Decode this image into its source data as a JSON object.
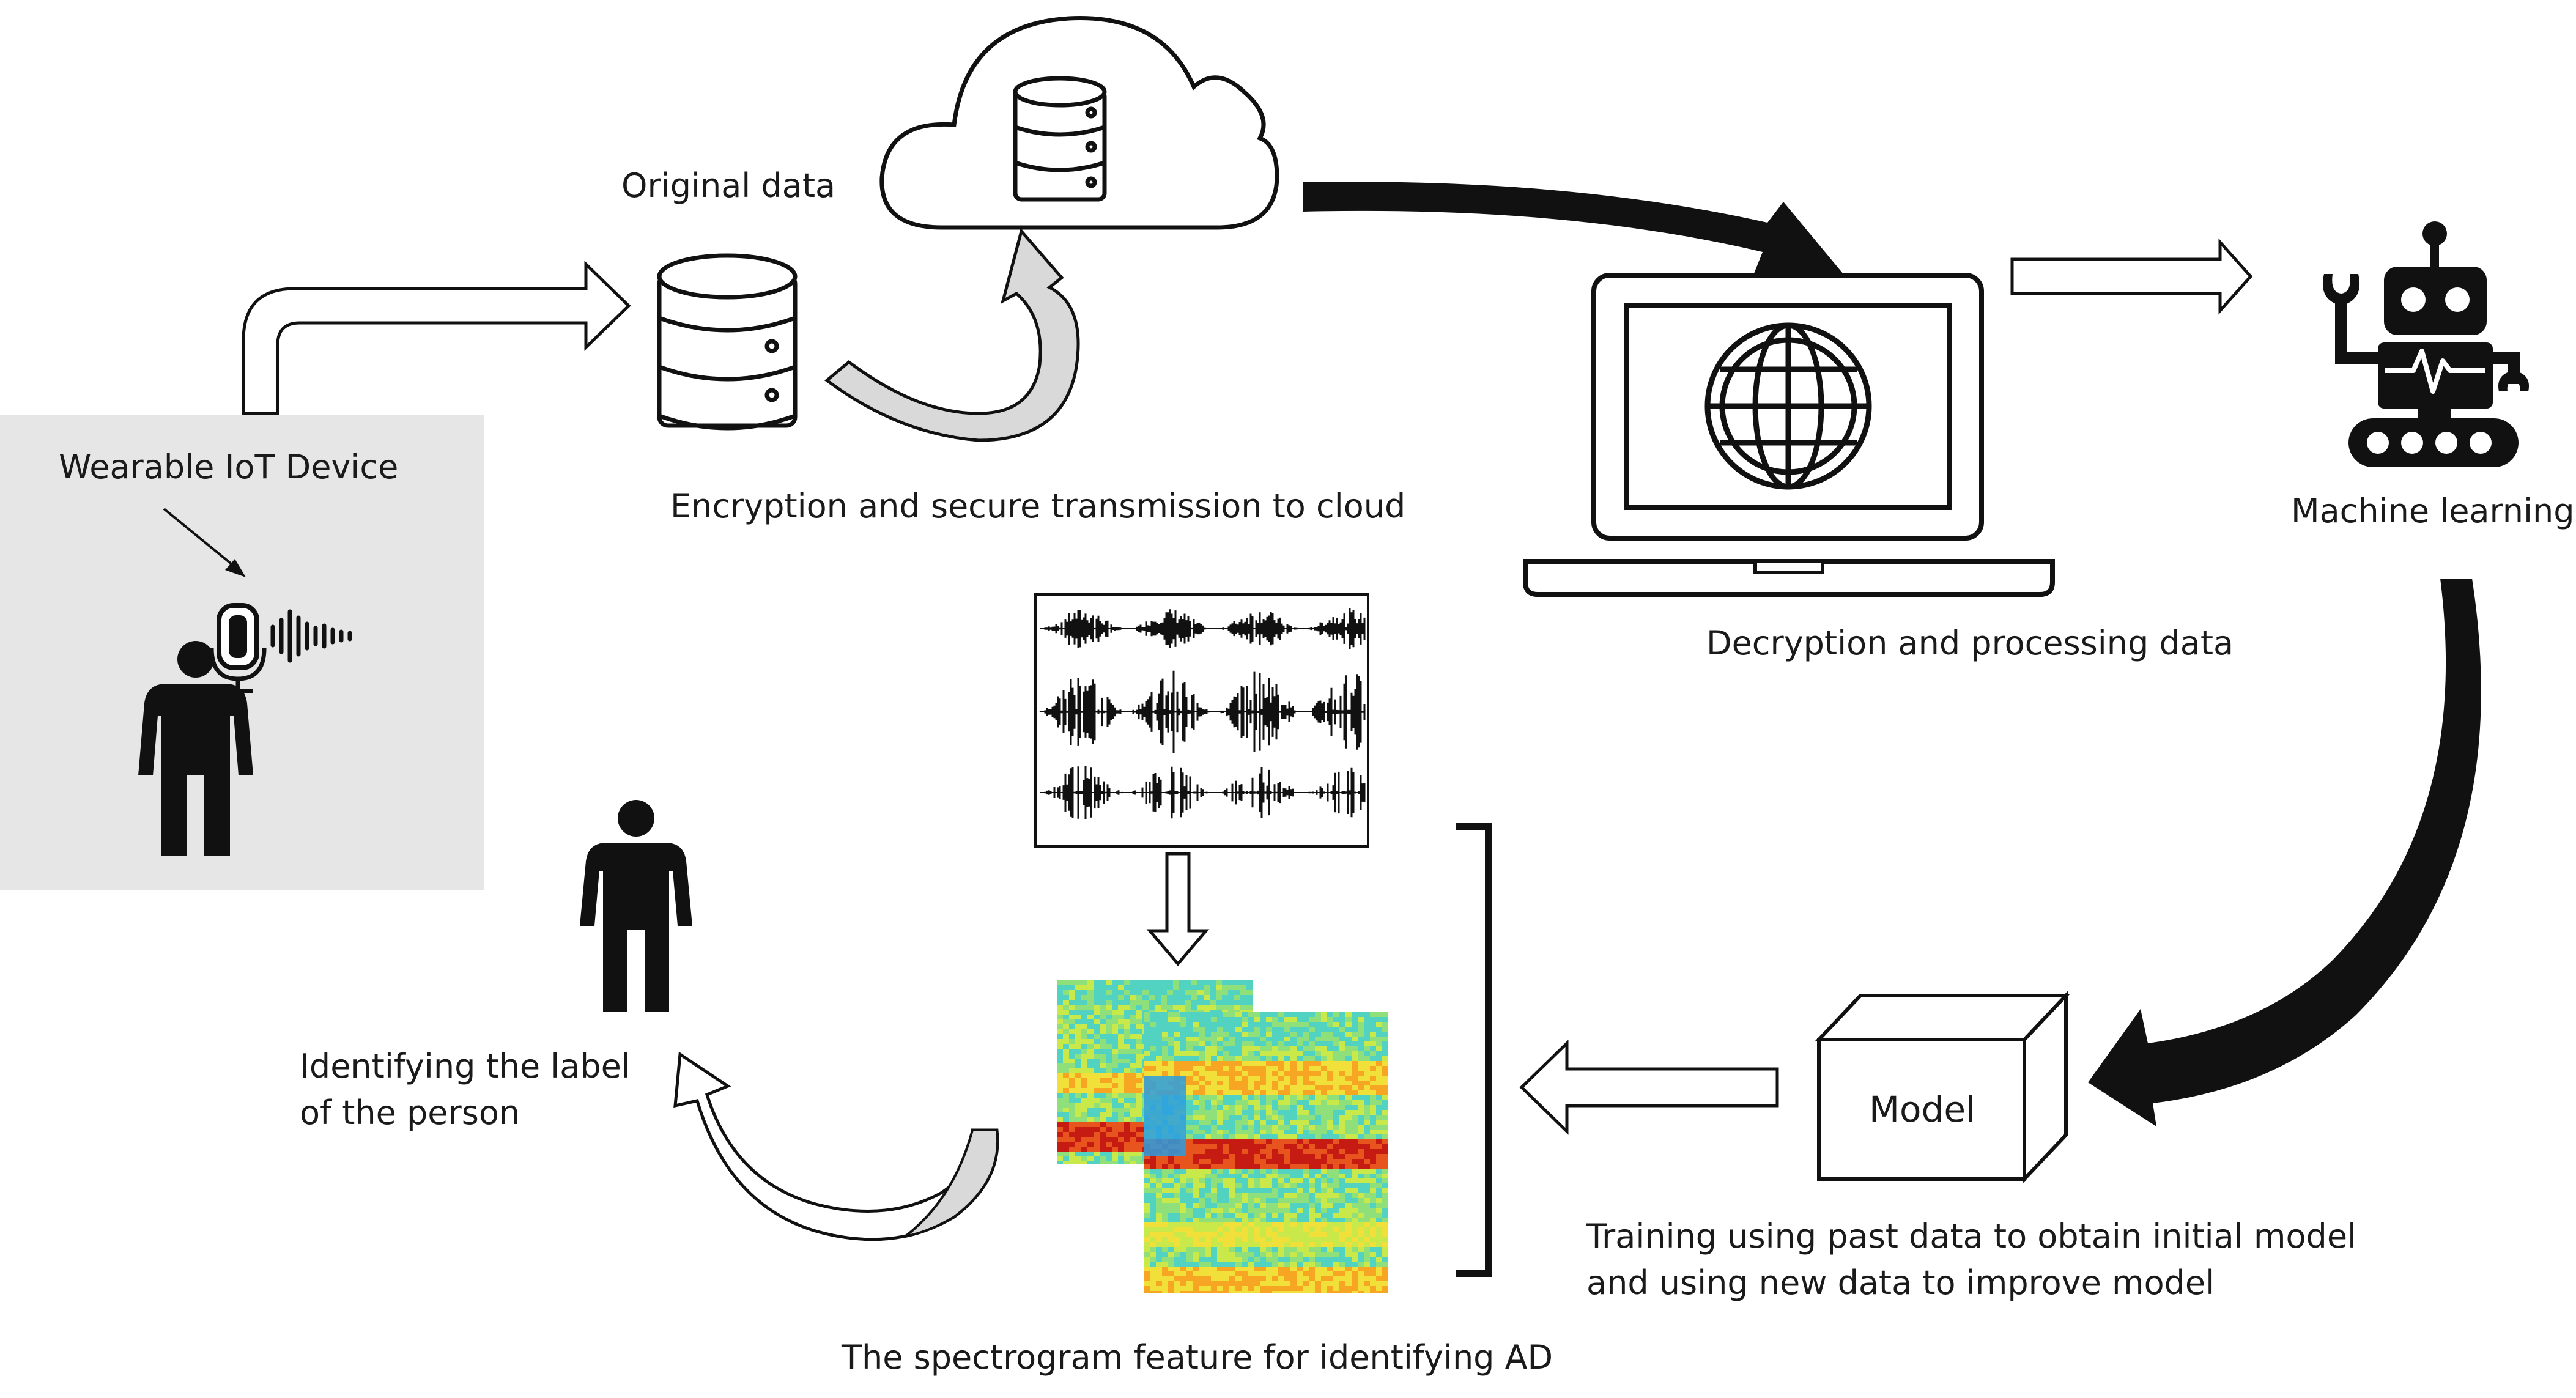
{
  "labels": {
    "wearable_device": "Wearable  IoT  Device",
    "original_data": "Original data",
    "encryption": "Encryption and secure transmission to cloud",
    "decryption": "Decryption and processing data",
    "machine_learning": "Machine learning",
    "model": "Model",
    "training_line1": "Training using past data to obtain initial model",
    "training_line2": "and using new data to improve model",
    "identify_line1": "Identifying the label",
    "identify_line2": "of the person",
    "spectrogram": "The spectrogram feature for identifying AD"
  },
  "colors": {
    "device_panel_bg": "#e6e6e6",
    "stroke": "#111111",
    "curved_arrow_fill": "#d9d9d9"
  },
  "icons": {
    "device": "person-with-microphone-icon",
    "storage": "database-icon",
    "cloud": "cloud-database-icon",
    "laptop": "laptop-globe-icon",
    "robot": "robot-icon",
    "person": "person-icon",
    "model": "cube-icon",
    "waveform": "audio-waveform-icon",
    "spectrogram": "spectrogram-heatmap-icon"
  }
}
